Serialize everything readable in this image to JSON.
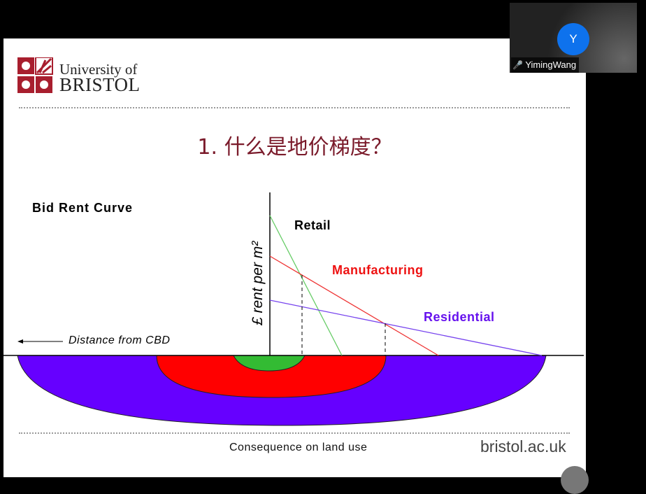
{
  "slide": {
    "logo": {
      "line1": "University of",
      "line2": "BRISTOL"
    },
    "title": "1. 什么是地价梯度？",
    "chart_title": "Bid Rent Curve",
    "y_axis_label": "£ rent per m²",
    "x_axis_label": "Distance from CBD",
    "series": [
      {
        "name": "Retail",
        "color": "#000000",
        "line_color": "#66cc66"
      },
      {
        "name": "Manufacturing",
        "color": "#ee1111",
        "line_color": "#ee3333"
      },
      {
        "name": "Residential",
        "color": "#6611ee",
        "line_color": "#7744ee"
      }
    ],
    "zone_colors": {
      "retail": "#33bb33",
      "manufacturing": "#ff0000",
      "residential": "#6600ff"
    },
    "footer": "Consequence on land use",
    "url": "bristol.ac.uk"
  },
  "video": {
    "avatar_initial": "Y",
    "participant_name": "YimingWang"
  }
}
